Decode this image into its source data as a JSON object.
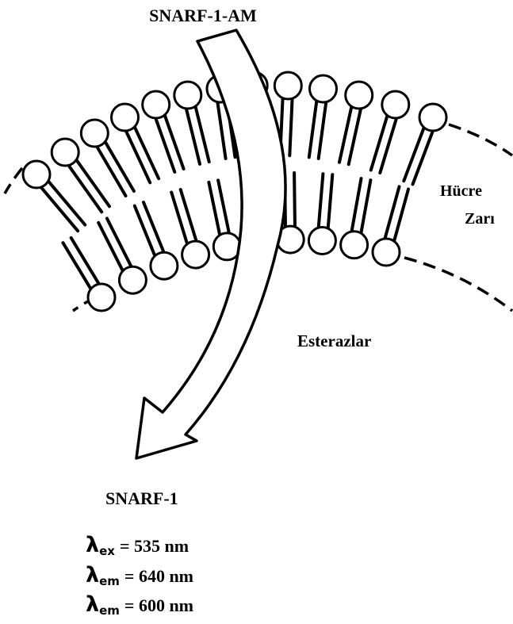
{
  "labels": {
    "top": "SNARF-1-AM",
    "membrane_line1": "Hücre",
    "membrane_line2": "Zarı",
    "enzyme": "Esterazlar",
    "product": "SNARF-1"
  },
  "wavelengths": [
    {
      "symbol": "λ",
      "sub": "ex",
      "value": "= 535 nm"
    },
    {
      "symbol": "λ",
      "sub": "em",
      "value": "= 640 nm"
    },
    {
      "symbol": "λ",
      "sub": "em",
      "value": "= 600 nm"
    }
  ],
  "colors": {
    "ink": "#000000",
    "background": "#ffffff",
    "head_fill": "#ffffff"
  }
}
